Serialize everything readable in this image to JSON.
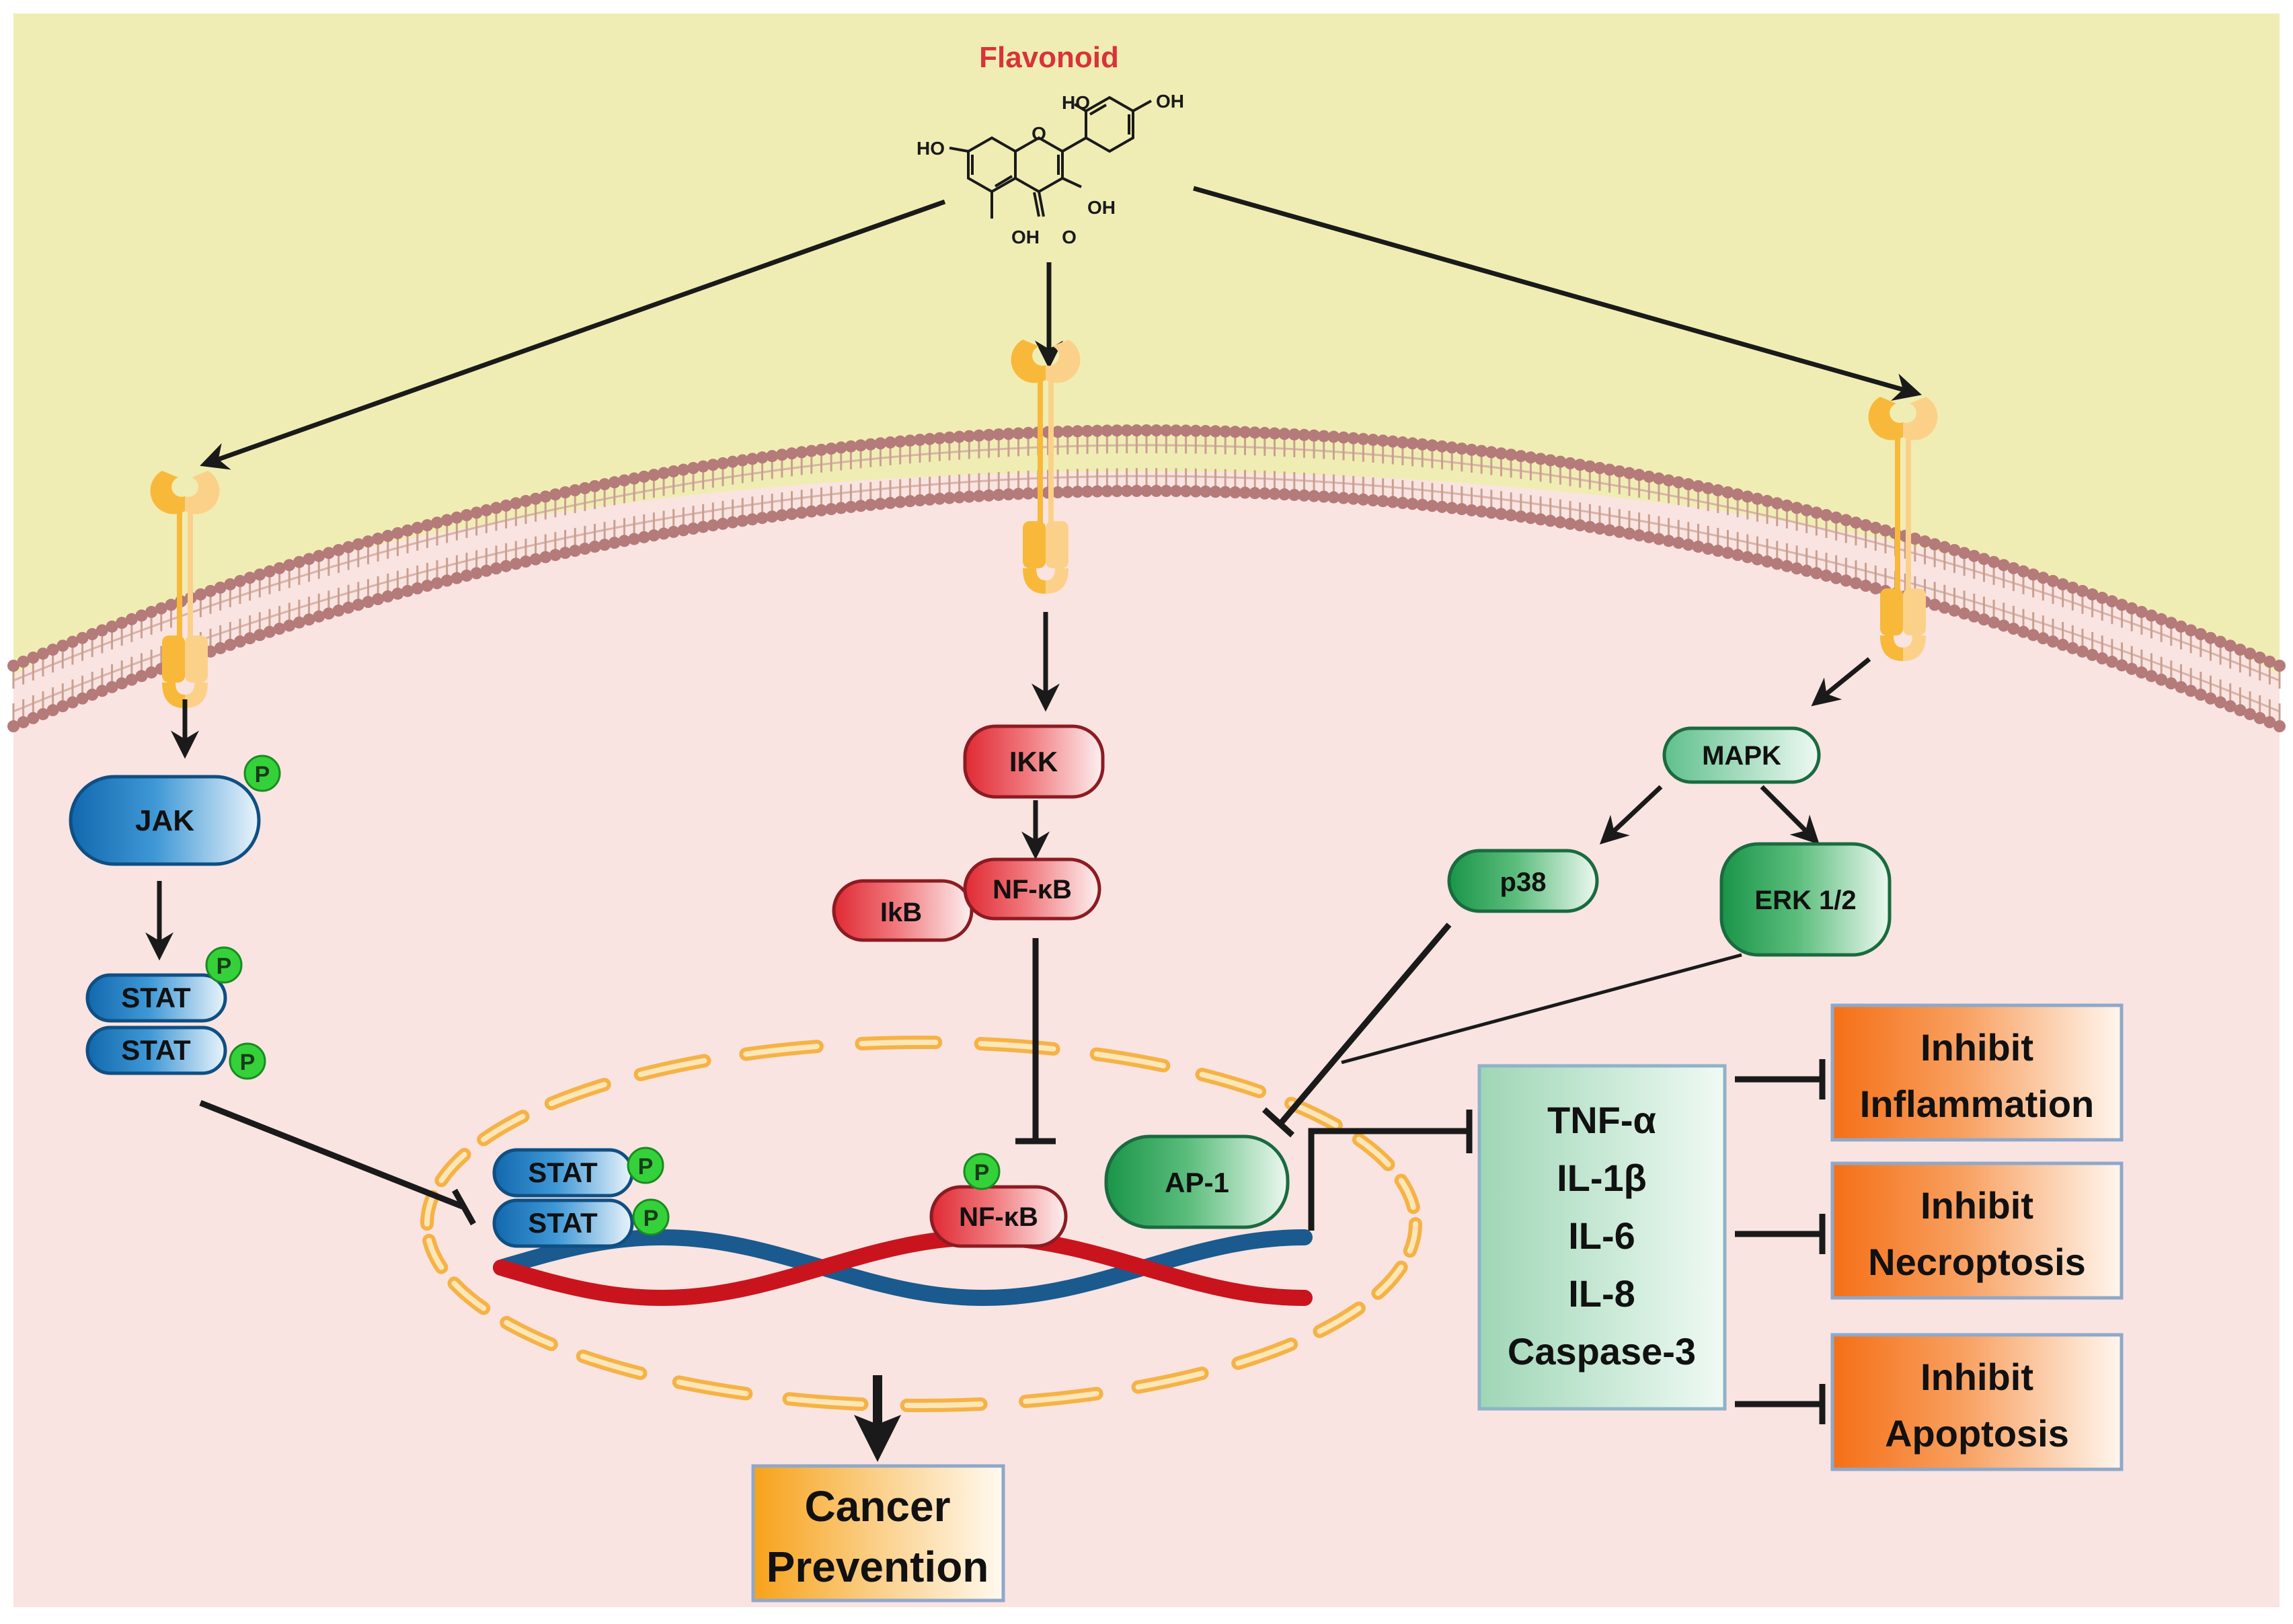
{
  "title": "Flavonoid",
  "molecule": {
    "oh_top_left": "HO",
    "oh_top_right": "OH",
    "oh_left": "HO",
    "oh_bottom": "OH",
    "o_bottom": "O",
    "oh_right": "OH",
    "o_ring": "O"
  },
  "nodes": {
    "jak": "JAK",
    "stat1": "STAT",
    "stat2": "STAT",
    "ikk": "IKK",
    "ikb": "IkB",
    "nfkb": "NF-κB",
    "mapk": "MAPK",
    "p38": "p38",
    "erk": "ERK 1/2",
    "stat_n1": "STAT",
    "stat_n2": "STAT",
    "nfkb_n": "NF-κB",
    "ap1": "AP-1",
    "phospho": "P"
  },
  "cytokines": [
    "TNF-α",
    "IL-1β",
    "IL-6",
    "IL-8",
    "Caspase-3"
  ],
  "outcomes": [
    {
      "line1": "Inhibit",
      "line2": "Inflammation"
    },
    {
      "line1": "Inhibit",
      "line2": "Necroptosis"
    },
    {
      "line1": "Inhibit",
      "line2": "Apoptosis"
    }
  ],
  "cancer": {
    "line1": "Cancer",
    "line2": "Prevention"
  },
  "colors": {
    "outside": "#f0edb4",
    "cytoplasm": "#f9e4e2",
    "membrane": "#b57a7a",
    "receptor": "#f8b93a",
    "stat_blue": "#1570b4",
    "nfkb_red": "#e0303a",
    "mapk_green": "#1e9a4b",
    "phospho": "#35d13a",
    "orange": "#f57a1a",
    "dna_red": "#c9141e",
    "dna_blue": "#1a5a8e",
    "title_red": "#d8333a"
  }
}
